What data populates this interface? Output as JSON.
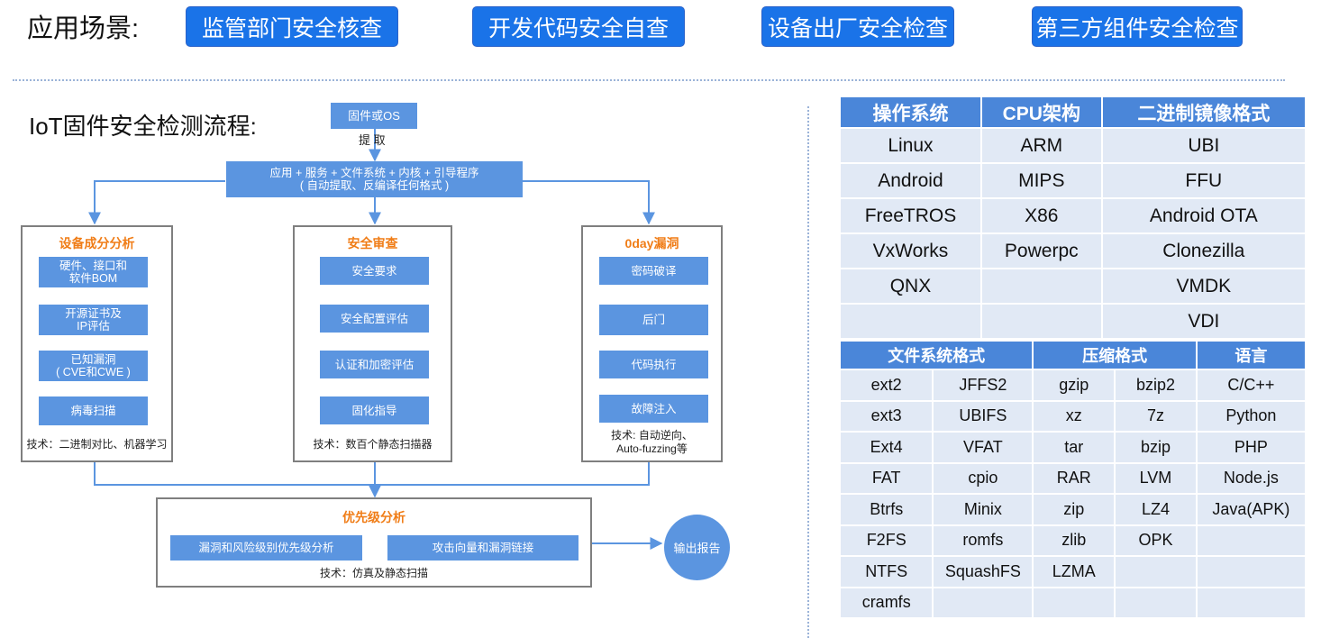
{
  "scenarios": {
    "label": "应用场景:",
    "items": [
      "监管部门安全核查",
      "开发代码安全自查",
      "设备出厂安全检查",
      "第三方组件安全检查"
    ]
  },
  "flow": {
    "title": "IoT固件安全检测流程:",
    "source": "固件或OS",
    "extract": "提 取",
    "content_line1": "应用 + 服务 + 文件系统 + 内核 + 引导程序",
    "content_line2": "( 自动提取、反编译任何格式 )",
    "panels": [
      {
        "title": "设备成分分析",
        "items": [
          [
            "硬件、接口和",
            "软件BOM"
          ],
          [
            "开源证书及",
            "IP评估"
          ],
          [
            "已知漏洞",
            "( CVE和CWE )"
          ],
          [
            "病毒扫描"
          ]
        ],
        "foot": [
          "技术：二进制对比、机器学习"
        ]
      },
      {
        "title": "安全审查",
        "items": [
          [
            "安全要求"
          ],
          [
            "安全配置评估"
          ],
          [
            "认证和加密评估"
          ],
          [
            "固化指导"
          ]
        ],
        "foot": [
          "技术：数百个静态扫描器"
        ]
      },
      {
        "title": "0day漏洞",
        "items": [
          [
            "密码破译"
          ],
          [
            "后门"
          ],
          [
            "代码执行"
          ],
          [
            "故障注入"
          ]
        ],
        "foot": [
          "技术: 自动逆向、",
          "Auto-fuzzing等"
        ]
      }
    ],
    "priority": {
      "title": "优先级分析",
      "items": [
        "漏洞和风险级别优先级分析",
        "攻击向量和漏洞链接"
      ],
      "foot": "技术：仿真及静态扫描"
    },
    "output": "输出报告"
  },
  "table1": {
    "headers": [
      "操作系统",
      "CPU架构",
      "二进制镜像格式"
    ],
    "rows": [
      [
        "Linux",
        "ARM",
        "UBI"
      ],
      [
        "Android",
        "MIPS",
        "FFU"
      ],
      [
        "FreeTROS",
        "X86",
        "Android OTA"
      ],
      [
        "VxWorks",
        "Powerpc",
        "Clonezilla"
      ],
      [
        "QNX",
        "",
        "VMDK"
      ],
      [
        "",
        "",
        "VDI"
      ]
    ]
  },
  "table2": {
    "headers": [
      "文件系统格式",
      "压缩格式",
      "语言"
    ],
    "rows": [
      [
        "ext2",
        "JFFS2",
        "gzip",
        "bzip2",
        "C/C++"
      ],
      [
        "ext3",
        "UBIFS",
        "xz",
        "7z",
        "Python"
      ],
      [
        "Ext4",
        "VFAT",
        "tar",
        "bzip",
        "PHP"
      ],
      [
        "FAT",
        "cpio",
        "RAR",
        "LVM",
        "Node.js"
      ],
      [
        "Btrfs",
        "Minix",
        "zip",
        "LZ4",
        "Java(APK)"
      ],
      [
        "F2FS",
        "romfs",
        "zlib",
        "OPK",
        ""
      ],
      [
        "NTFS",
        "SquashFS",
        "LZMA",
        "",
        ""
      ],
      [
        "cramfs",
        "",
        "",
        "",
        ""
      ]
    ]
  }
}
